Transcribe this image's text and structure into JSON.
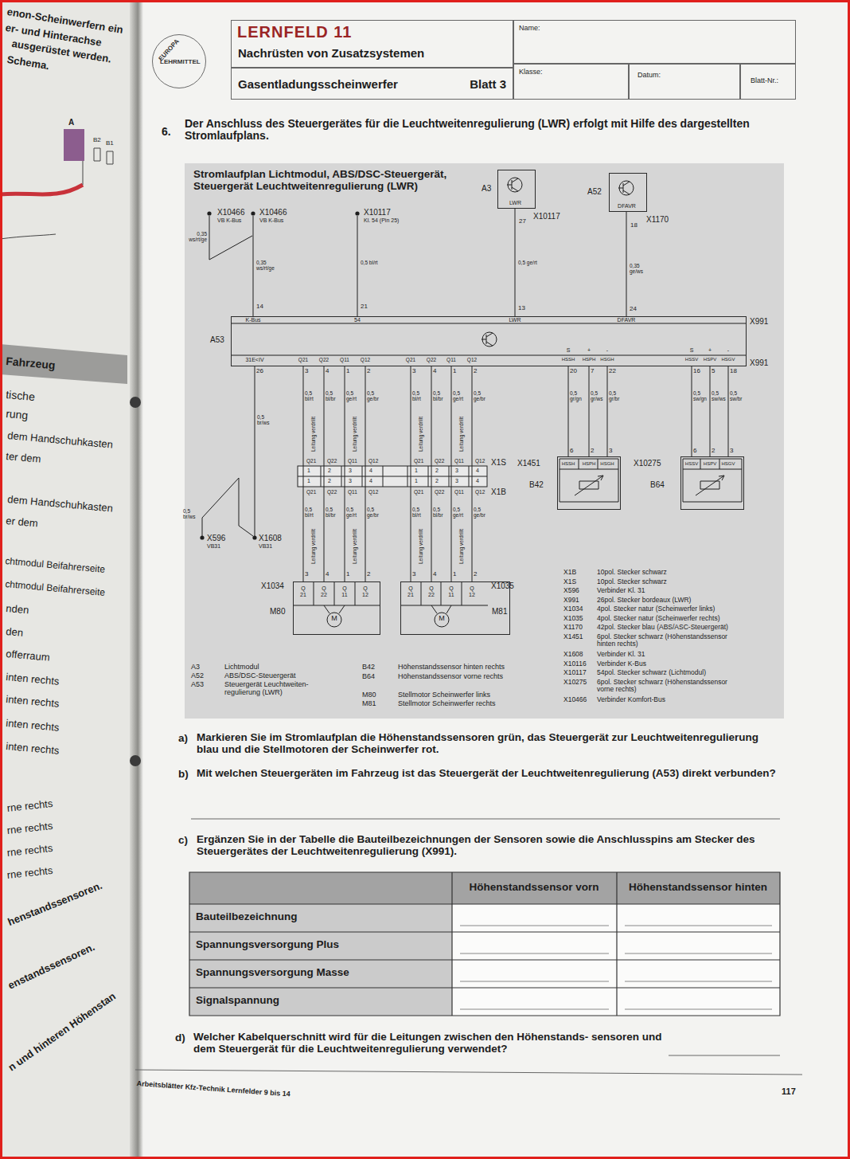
{
  "diagram": {
    "title": "LERNFELD 11",
    "nodes": [
      {
        "text": [
          "EUROPA",
          "LEHRMITTEL"
        ]
      },
      {
        "text": [
          "Nachrüsten von Zusatzsystemen"
        ]
      },
      {
        "text": [
          "Gasentladungsscheinwerfer",
          "Blatt 3"
        ]
      },
      {
        "text": [
          "Name:"
        ]
      },
      {
        "text": [
          "Klasse:"
        ]
      },
      {
        "text": [
          "Datum:"
        ]
      },
      {
        "text": [
          "Blatt-Nr.:"
        ]
      },
      {
        "text": [
          "Stromlaufplan Lichtmodul, ABS/DSC-Steuergerät, Steuergerät Leuchtweitenregulierung (LWR)"
        ]
      },
      {
        "text": [
          "A3",
          "LWR"
        ],
        "in": 7
      },
      {
        "text": [
          "A52",
          "DFAVR"
        ],
        "in": 7
      },
      {
        "text": [
          "A53"
        ],
        "in": 7
      },
      {
        "text": [
          "M80"
        ],
        "in": 7
      },
      {
        "text": [
          "M81"
        ],
        "in": 7
      },
      {
        "text": [
          "B42"
        ],
        "in": 7
      },
      {
        "text": [
          "B64"
        ],
        "in": 7
      }
    ],
    "edges": [
      {
        "from": 8,
        "to": 10,
        "arrow": "none"
      },
      {
        "from": 9,
        "to": 10,
        "arrow": "none"
      },
      {
        "from": 10,
        "to": 11,
        "arrow": "none"
      },
      {
        "from": 10,
        "to": 12,
        "arrow": "none"
      },
      {
        "from": 10,
        "to": 13,
        "arrow": "none"
      },
      {
        "from": 10,
        "to": 14,
        "arrow": "none"
      }
    ],
    "labels": [
      "6.",
      "Der Anschluss des Steuergerätes für die Leuchtweitenregulierung (LWR) erfolgt mit Hilfe des dargestellten Stromlaufplans.",
      "X10466",
      "VB K-Bus",
      "X10466",
      "VB K-Bus",
      "0,35 ws/rt/ge",
      "0,35 ws/rt/ge",
      "X10117",
      "Kl. 54 (Pin 25)",
      "0,5 bl/rt",
      "X10117",
      "27",
      "0,5 ge/rt",
      "X1170",
      "18",
      "0,35 ge/ws",
      "14",
      "21",
      "13",
      "24",
      "K-Bus",
      "54",
      "LWR",
      "DFAVR",
      "X991",
      "X991",
      "31E<IV",
      "Q21",
      "Q22",
      "Q11",
      "Q12",
      "Q21",
      "Q22",
      "Q11",
      "Q12",
      "S",
      "+",
      "-",
      "HSSH",
      "HSPH",
      "HSGH",
      "S",
      "+",
      "-",
      "HSSV",
      "HSPV",
      "HSGV",
      "26",
      "3",
      "4",
      "1",
      "2",
      "3",
      "4",
      "1",
      "2",
      "20",
      "7",
      "22",
      "16",
      "5",
      "18",
      "0,5 bl/rt",
      "0,5 bl/br",
      "0,5 ge/rt",
      "0,5 ge/br",
      "0,5 bl/rt",
      "0,5 bl/br",
      "0,5 ge/rt",
      "0,5 ge/br",
      "0,5 gr/gn",
      "0,5 gr/ws",
      "0,5 gr/br",
      "0,5 sw/gn",
      "0,5 sw/ws",
      "0,5 sw/br",
      "0,5 br/ws",
      "Leitung verdrillt",
      "Leitung verdrillt",
      "Leitung verdrillt",
      "Leitung verdrillt",
      "Q21",
      "Q22",
      "Q11",
      "Q12",
      "Q21",
      "Q22",
      "Q11",
      "Q12",
      "X1S",
      "1",
      "2",
      "3",
      "4",
      "1",
      "2",
      "3",
      "4",
      "1",
      "2",
      "3",
      "4",
      "1",
      "2",
      "3",
      "4",
      "Q21",
      "Q22",
      "Q11",
      "Q12",
      "Q21",
      "Q22",
      "Q11",
      "Q12",
      "X1B",
      "0,5 bl/rt",
      "0,5 bl/br",
      "0,5 ge/rt",
      "0,5 ge/br",
      "0,5 bl/rt",
      "0,5 bl/br",
      "0,5 ge/rt",
      "0,5 ge/br",
      "Leitung verdrillt",
      "Leitung verdrillt",
      "Leitung verdrillt",
      "Leitung verdrillt",
      "3",
      "4",
      "1",
      "2",
      "3",
      "4",
      "1",
      "2",
      "X1034",
      "Q 21",
      "Q 22",
      "Q 11",
      "Q 12",
      "M",
      "X1035",
      "Q 21",
      "Q 22",
      "Q 11",
      "Q 12",
      "M",
      "0,5 br/ws",
      "X596",
      "VB31",
      "X1608",
      "VB31",
      "6",
      "2",
      "3",
      "X1451",
      "HSSH",
      "HSPH",
      "HSGH",
      "6",
      "2",
      "3",
      "X10275",
      "HSSV",
      "HSPV",
      "HSGV",
      "A3",
      "Lichtmodul",
      "A52",
      "ABS/DSC-Steuergerät",
      "A53",
      "Steuergerät Leuchtweiten- regulierung (LWR)",
      "B42",
      "Höhenstandssensor hinten rechts",
      "B64",
      "Höhenstandssensor vorne rechts",
      "M80",
      "Stellmotor Scheinwerfer links",
      "M81",
      "Stellmotor Scheinwerfer rechts",
      "X1B",
      "10pol. Stecker schwarz",
      "X1S",
      "10pol. Stecker schwarz",
      "X596",
      "Verbinder Kl. 31",
      "X991",
      "26pol. Stecker bordeaux (LWR)",
      "X1034",
      "4pol. Stecker natur (Scheinwerfer links)",
      "X1035",
      "4pol. Stecker natur (Scheinwerfer rechts)",
      "X1170",
      "42pol. Stecker blau (ABS/ASC-Steuergerät)",
      "X1451",
      "6pol. Stecker schwarz (Höhenstandssensor hinten rechts)",
      "X1608",
      "Verbinder Kl. 31",
      "X10116",
      "Verbinder K-Bus",
      "X10117",
      "54pol. Stecker schwarz (Lichtmodul)",
      "X10275",
      "6pol. Stecker schwarz (Höhenstandssensor vorne rechts)",
      "X10466",
      "Verbinder Komfort-Bus",
      "a)",
      "Markieren Sie im Stromlaufplan die Höhenstandssensoren grün, das Steuergerät zur Leuchtweitenregulierung blau und die Stellmotoren der Scheinwerfer rot.",
      "b)",
      "Mit welchen Steuergeräten im Fahrzeug ist das Steuergerät der Leuchtweitenregulierung (A53) direkt verbunden?",
      "c)",
      "Ergänzen Sie in der Tabelle die Bauteilbezeichnungen der Sensoren sowie die Anschlusspins am Stecker des Steuergerätes der Leuchtweitenregulierung (X991).",
      "Höhenstandssensor vorn",
      "Höhenstandssensor hinten",
      "Bauteilbezeichnung",
      "Spannungsversorgung Plus",
      "Spannungsversorgung Masse",
      "Signalspannung",
      "d)",
      "Welcher Kabelquerschnitt wird für die Leitungen zwischen den Höhenstands- sensoren und dem Steuergerät für die Leuchtweitenregulierung verwendet?",
      "Arbeitsblätter Kfz-Technik Lernfelder 9 bis 14",
      "117",
      "enon-Scheinwerfern ein",
      "er- und Hinterachse",
      "ausgerüstet werden.",
      "Schema.",
      "A",
      "B2",
      "B1",
      "Fahrzeug",
      "tische",
      "rung",
      "dem Handschuhkasten",
      "ter dem",
      "dem Handschuhkasten",
      "er dem",
      "chtmodul Beifahrerseite",
      "chtmodul Beifahrerseite",
      "nden",
      "den",
      "offerraum",
      "inten rechts",
      "inten rechts",
      "inten rechts",
      "inten rechts",
      "rne rechts",
      "rne rechts",
      "rne rechts",
      "rne rechts",
      "henstandssensoren.",
      "enstandssensoren.",
      "n und hinteren Höhenstan"
    ]
  }
}
